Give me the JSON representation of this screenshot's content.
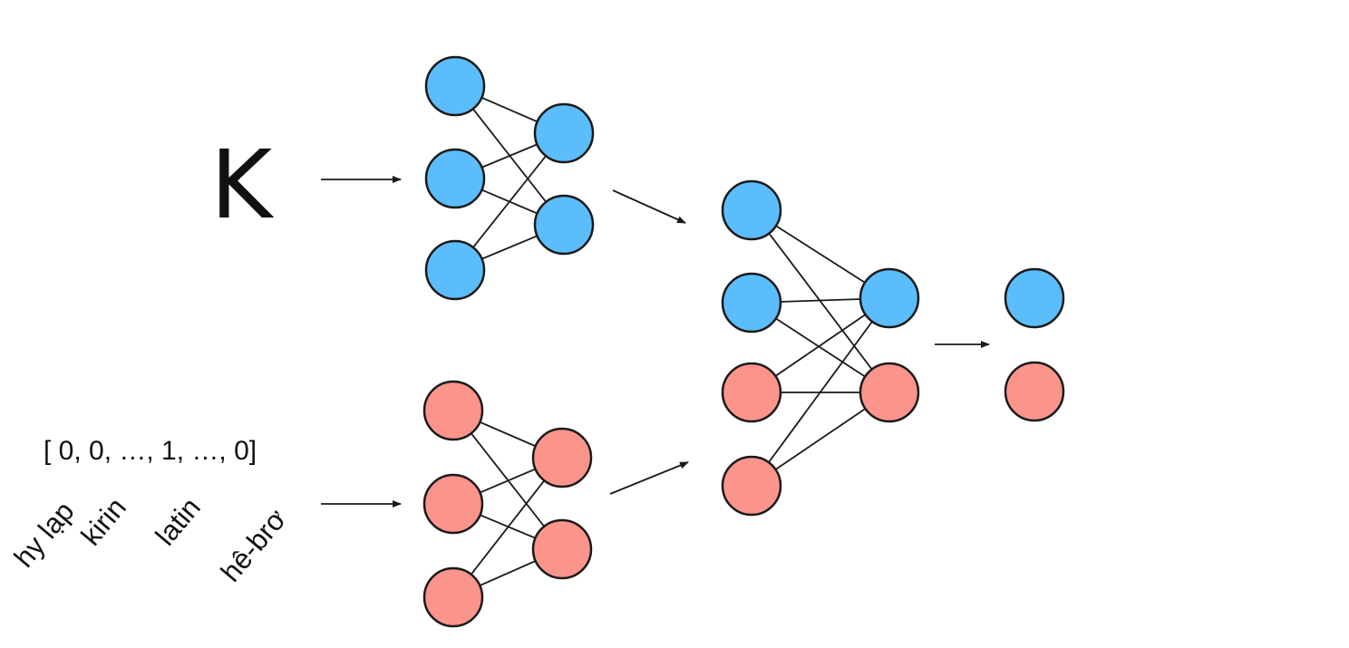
{
  "input_glyph": "K",
  "one_hot_vector": "[ 0, 0, …, 1, …, 0]",
  "category_labels": [
    "hy lạp",
    "kirin",
    "latin",
    "hê-brơ"
  ],
  "colors": {
    "image_branch": "#5bbdfb",
    "category_branch": "#fb948b",
    "stroke": "#1a1a1a"
  }
}
